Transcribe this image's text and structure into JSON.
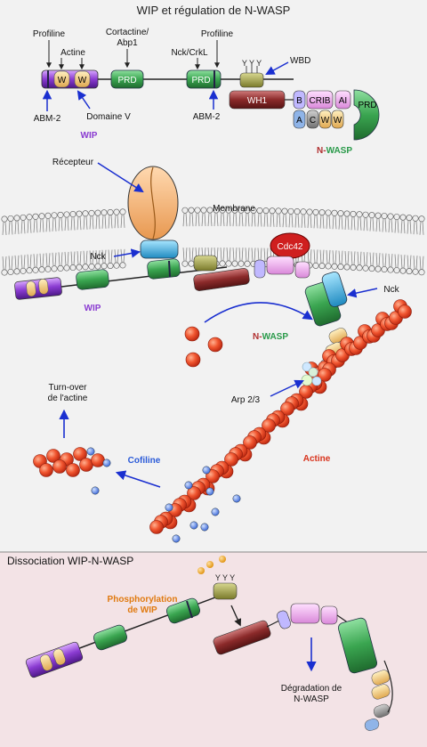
{
  "title": "WIP et régulation de N-WASP",
  "wip_domain": {
    "profiline_left": "Profiline",
    "actine": "Actine",
    "abm2_left": "ABM-2",
    "domaine_v": "Domaine V",
    "w1": "W",
    "w2": "W",
    "cortactine": "Cortactine/",
    "abp1": "Abp1",
    "prd1": "PRD",
    "nck_crkl": "Nck/CrkL",
    "profiline_right": "Profiline",
    "prd2": "PRD",
    "abm2_right": "ABM-2",
    "name": "WIP"
  },
  "nwasp_domain": {
    "wbd": "WBD",
    "wh1": "WH1",
    "b": "B",
    "crib": "CRIB",
    "ai": "AI",
    "a": "A",
    "c": "C",
    "w1": "W",
    "w2": "W",
    "prd": "PRD",
    "name_n": "N-",
    "name_wasp": "WASP"
  },
  "cell": {
    "recepteur": "Récepteur",
    "membrane": "Membrane",
    "nck_left": "Nck",
    "cdc42": "Cdc42",
    "nck_right": "Nck",
    "wip": "WIP",
    "nwasp_n": "N-",
    "nwasp_wasp": "WASP",
    "arp": "Arp 2/3",
    "turnover_1": "Turn-over",
    "turnover_2": "de l'actine",
    "cofiline": "Cofiline",
    "actine": "Actine"
  },
  "dissociation": {
    "title": "Dissociation WIP-N-WASP",
    "phospho_1": "Phosphorylation",
    "phospho_2": "de WIP",
    "degradation_1": "Dégradation de",
    "degradation_2": "N-WASP"
  },
  "colors": {
    "purple": "#8a3bd1",
    "green": "#3a9d4f",
    "red_actin": "#e8442a",
    "maroon": "#8b2a2a",
    "blue_arrow": "#1a2fd0",
    "cyan": "#2aa3d6",
    "orange": "#f0a020",
    "pink_panel": "#f3e3e6",
    "olive": "#9a9a3a",
    "violet_pink": "#f0b8f0"
  }
}
